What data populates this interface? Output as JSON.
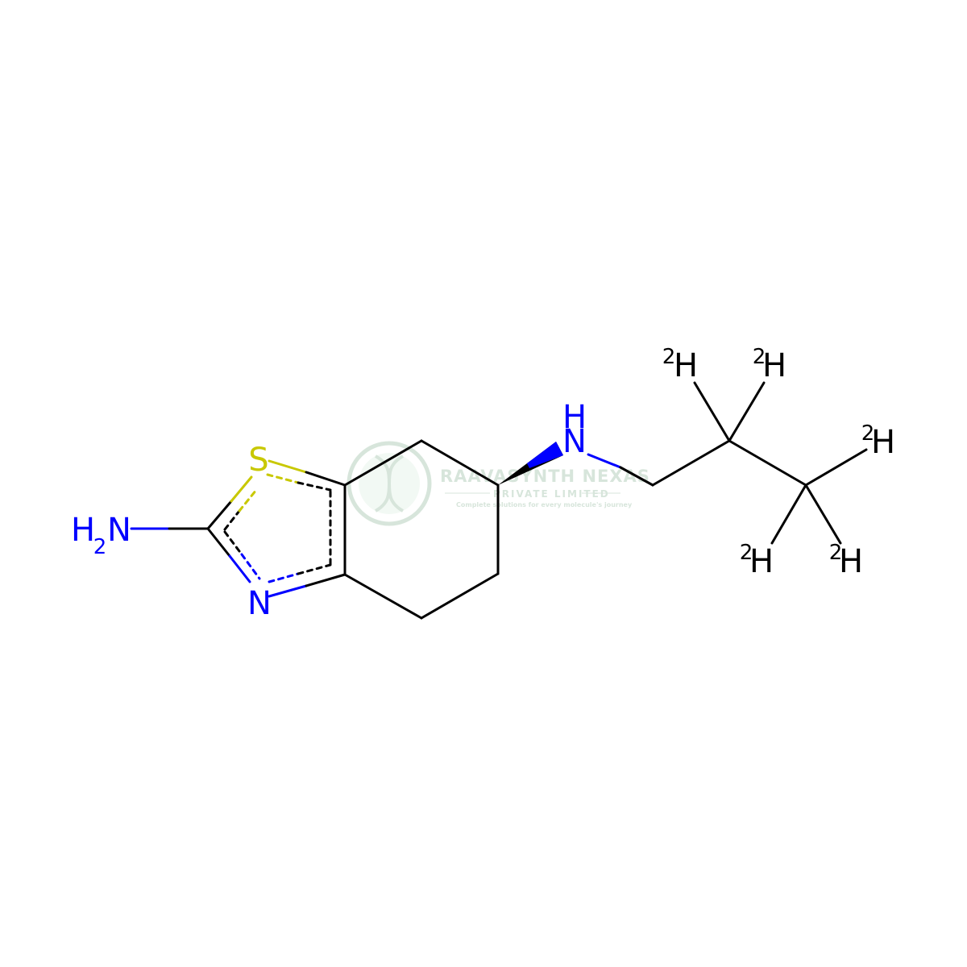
{
  "colors": {
    "bond": "#000000",
    "nitrogen": "#0000ff",
    "sulfur": "#c8c800",
    "watermark": "#8fb79a"
  },
  "atoms": {
    "sulfur": "S",
    "ring_nitrogen": "N",
    "amine_n": "N",
    "amine_h": "H",
    "nh2_h": "H",
    "nh2_sub": "2",
    "nh2_n": "N",
    "isotope_mass": "2",
    "deuterium": "H"
  },
  "watermark": {
    "title": "RAAVASYNTH NEXAS",
    "subtitle": "PRIVATE LIMITED",
    "tagline": "Complete solutions for every molecule's journey"
  }
}
